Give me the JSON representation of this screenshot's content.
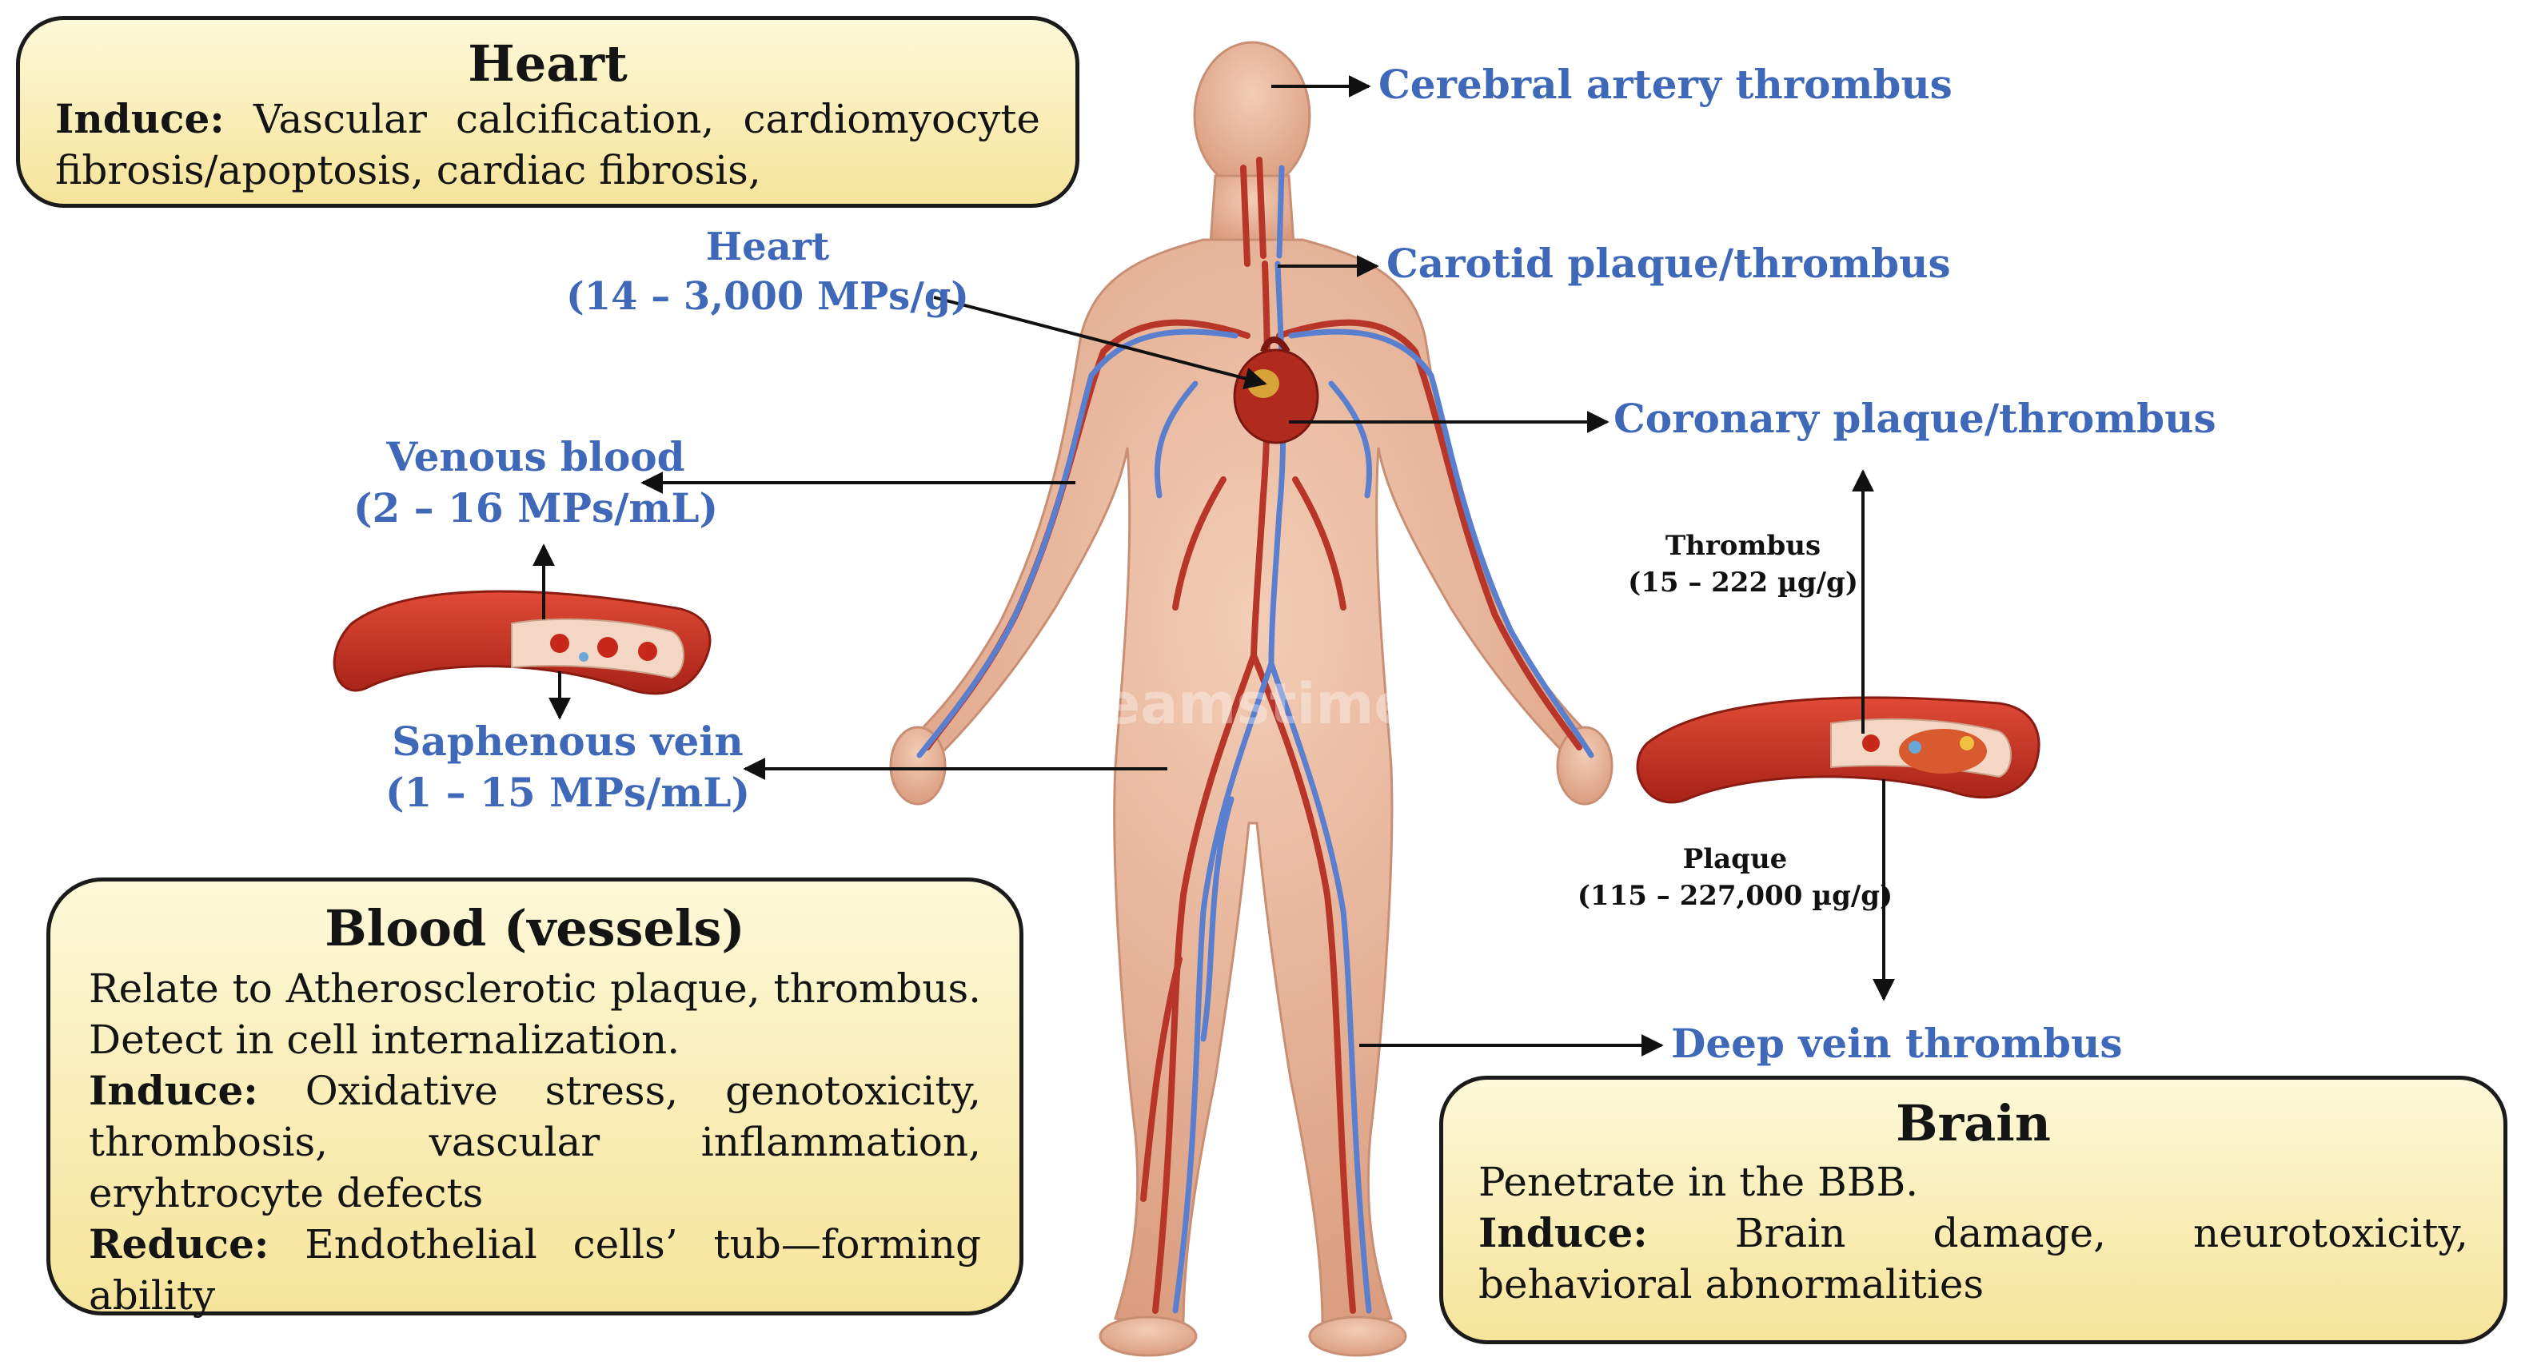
{
  "heart_box": {
    "title": "Heart",
    "induce_label": "Induce:",
    "induce_text": " Vascular calcification, cardiomyocyte fibrosis/apoptosis, cardiac fibrosis,"
  },
  "blood_box": {
    "title": "Blood (vessels)",
    "relate_text": "Relate to Atherosclerotic plaque, thrombus. Detect in cell internalization.",
    "induce_label": "Induce:",
    "induce_text": " Oxidative stress, genotoxicity, thrombosis, vascular inflammation, eryhtrocyte defects",
    "reduce_label": "Reduce:",
    "reduce_text": " Endothelial cells’ tub—forming ability"
  },
  "brain_box": {
    "title": "Brain",
    "penetrate_text": "Penetrate in the BBB.",
    "induce_label": "Induce:",
    "induce_text": " Brain damage, neurotoxicity, behavioral abnormalities"
  },
  "labels": {
    "cerebral": "Cerebral artery thrombus",
    "carotid": "Carotid plaque/thrombus",
    "heart_name": "Heart",
    "heart_value": "(14 – 3,000 MPs/g)",
    "coronary": "Coronary plaque/thrombus",
    "venous_name": "Venous blood",
    "venous_value": "(2 – 16 MPs/mL)",
    "saphenous_name": "Saphenous vein",
    "saphenous_value": "(1 – 15 MPs/mL)",
    "thrombus_name": "Thrombus",
    "thrombus_value": "(15 – 222 µg/g)",
    "plaque_name": "Plaque",
    "plaque_value": "(115 – 227,000 µg/g)",
    "deep_vein": "Deep vein thrombus"
  },
  "watermark": "dreamstime",
  "colors": {
    "label_blue": "#3f68b8",
    "box_fill_top": "#fdf8d8",
    "box_fill_bottom": "#f6e49a",
    "skin": "#e9b79b",
    "artery": "#b8352a",
    "vein": "#5a7fcf"
  }
}
